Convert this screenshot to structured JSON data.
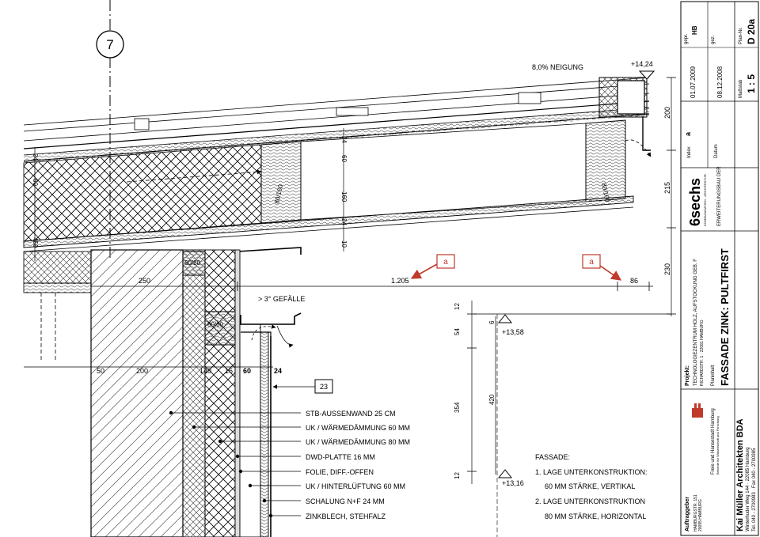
{
  "drawing": {
    "axis_number": "7",
    "slope_label": "8,0% NEIGUNG",
    "gradient_label": "> 3° GEFÄLLE",
    "level_top": "+14,24",
    "level_mid": "+13,58",
    "level_bottom": "+13,16",
    "section_markers": [
      "a",
      "a"
    ],
    "detail_ref": "23",
    "timber_sections": [
      "80/160",
      "80/160",
      "60/80",
      "80/60"
    ],
    "dims_horizontal": {
      "d250": "250",
      "d1205": "1.205",
      "d86": "86",
      "bottom": [
        "50",
        "200",
        "140",
        "16",
        "60",
        "24"
      ]
    },
    "dims_vertical": {
      "right": [
        "200",
        "215",
        "230"
      ],
      "roof_layers": [
        "24",
        "60",
        "160",
        "24",
        "10"
      ],
      "left_layers": [
        "24",
        "60",
        "450"
      ],
      "lower": [
        "12",
        "54",
        "354",
        "420",
        "6",
        "12"
      ]
    },
    "wall_layers": [
      "STB-AUSSENWAND 25 CM",
      "UK / WÄRMEDÄMMUNG 60 MM",
      "UK / WÄRMEDÄMMUNG 80 MM",
      "DWD-PLATTE 16 MM",
      "FOLIE, DIFF.-OFFEN",
      "UK / HINTERLÜFTUNG 60 MM",
      "SCHALUNG N+F 24 MM",
      "ZINKBLECH, STEHFALZ"
    ],
    "facade_notes": [
      "FASSADE:",
      "1. LAGE UNTERKONSTRUKTION:",
      "60 MM STÄRKE, VERTIKAL",
      "2. LAGE UNTERKONSTRUKTION",
      "80 MM STÄRKE, HORIZONTAL"
    ]
  },
  "title_block": {
    "client_label": "Auftraggeber",
    "client_lines": [
      "HAMBURGSTR. 151",
      "20095 HAMBURG"
    ],
    "client_org": "Freie und Hansestadt Hamburg",
    "client_sub": "Behörde für Wissenschaft und Forschung",
    "architect_name": "Kai Müller Architekten BDA",
    "architect_address": "Winterhuder Weg 144 · 22085 Hamburg",
    "architect_phone": "Tel. 040 - 2700983 · Fax 040 - 2700985",
    "project_label": "Projekt:",
    "project_line1": "TECHNOLOGIEZENTRUM HOLZ, AUFSTOCKUNG GEB. F",
    "project_line2": "RICHARDSTR. 1 · 22081 HAMBURG",
    "project_heading": "ERWEITERUNGSBAU DER",
    "plan_content_label": "Planinhalt",
    "plan_content": "FASSADE ZINK: PULTFIRST",
    "logo_text": "6sechs",
    "logo_sub": "KOMMUNIKATION · ARCHITEKTUR",
    "index_label": "Index",
    "index_value": "a",
    "date_label": "Datum",
    "date_drawn": "01.07.2009",
    "date_checked": "08.12.2008",
    "drawn_label": "gez.",
    "checked_label": "gepr.",
    "drawn_by": "HB",
    "scale_label": "Maßstab",
    "scale_value": "1 : 5",
    "plan_no_label": "Plan-Nr.",
    "plan_no": "D 20a"
  }
}
